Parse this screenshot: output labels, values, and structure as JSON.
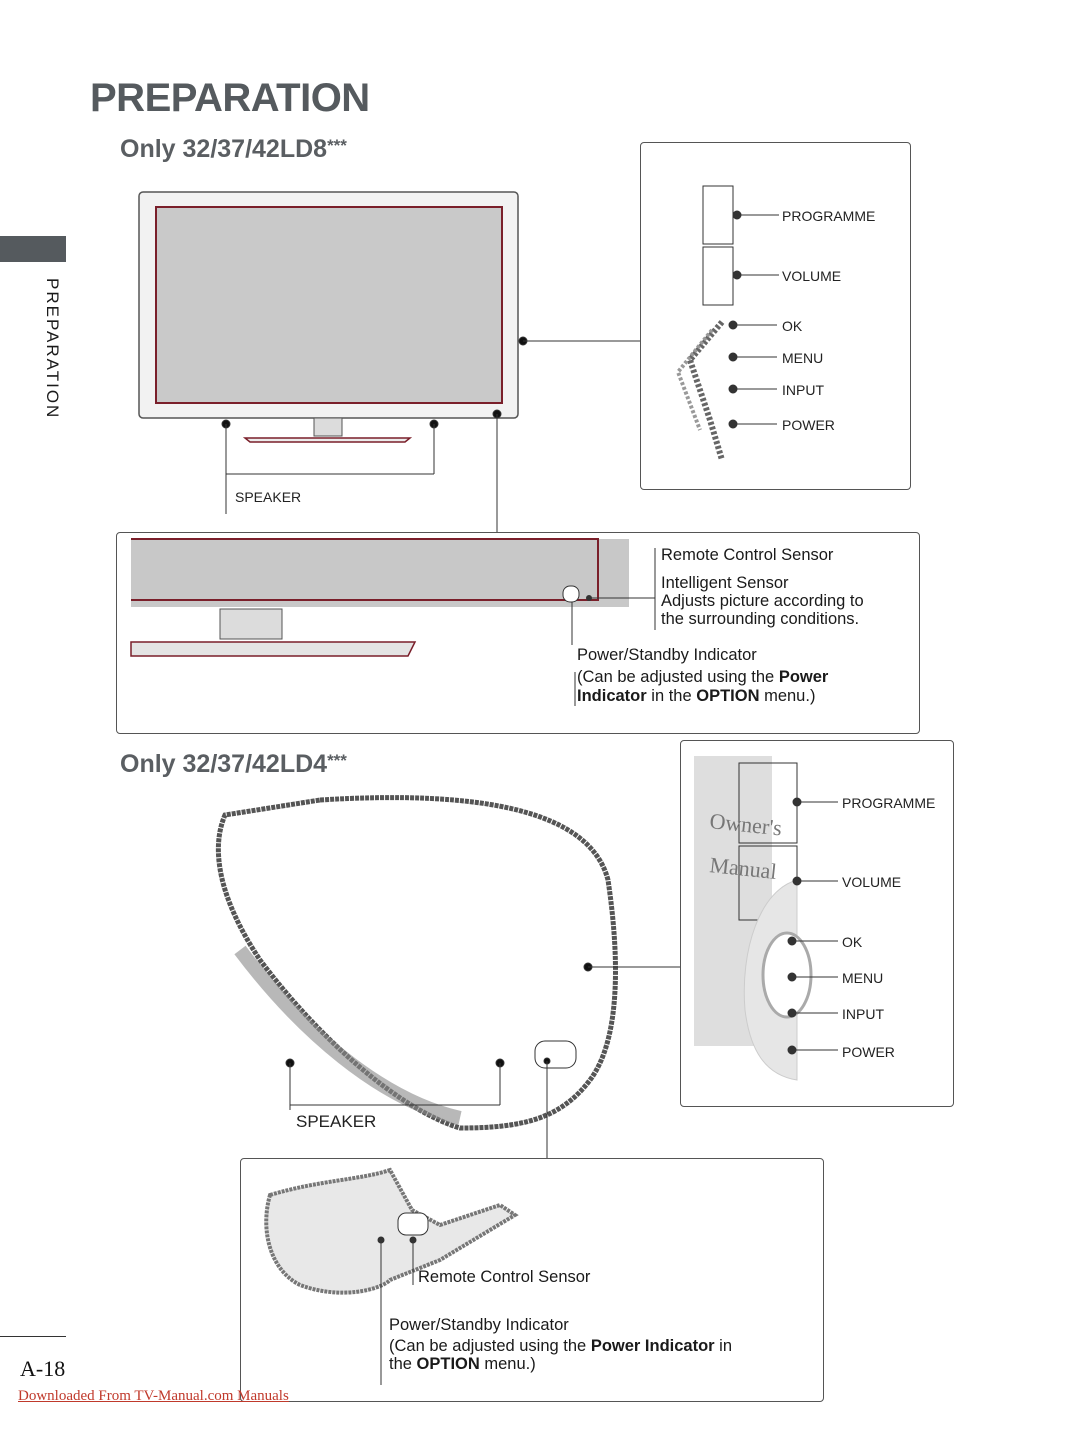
{
  "header": {
    "title": "PREPARATION"
  },
  "side_tab": {
    "label": "PREPARATION"
  },
  "section1": {
    "model": "Only 32/37/42LD8",
    "stars": "***",
    "speaker_label": "SPEAKER",
    "controls": [
      "PROGRAMME",
      "VOLUME",
      "OK",
      "MENU",
      "INPUT",
      "POWER"
    ],
    "remote_sensor": "Remote Control Sensor",
    "intelligent_sensor": "Intelligent Sensor",
    "intelligent_desc_1": "Adjusts picture according to",
    "intelligent_desc_2": "the surrounding conditions.",
    "standby_title": "Power/Standby Indicator",
    "standby_pre": "(Can be adjusted using the ",
    "standby_bold1": "Power",
    "standby_bold2": "Indicator",
    "standby_mid": " in the ",
    "standby_bold3": "OPTION",
    "standby_post": " menu.)"
  },
  "section2": {
    "model": "Only 32/37/42LD4",
    "stars": "***",
    "speaker_label": "SPEAKER",
    "controls": [
      "PROGRAMME",
      "VOLUME",
      "OK",
      "MENU",
      "INPUT",
      "POWER"
    ],
    "remote_sensor": "Remote Control Sensor",
    "standby_title": "Power/Standby Indicator",
    "standby_pre": "(Can be adjusted using the ",
    "standby_bold1": "Power Indicator",
    "standby_mid": " in",
    "standby_line2_pre": "the ",
    "standby_bold2": "OPTION",
    "standby_post": " menu.)"
  },
  "footer": {
    "page_number": "A-18",
    "download_link": "Downloaded From TV-Manual.com Manuals"
  }
}
